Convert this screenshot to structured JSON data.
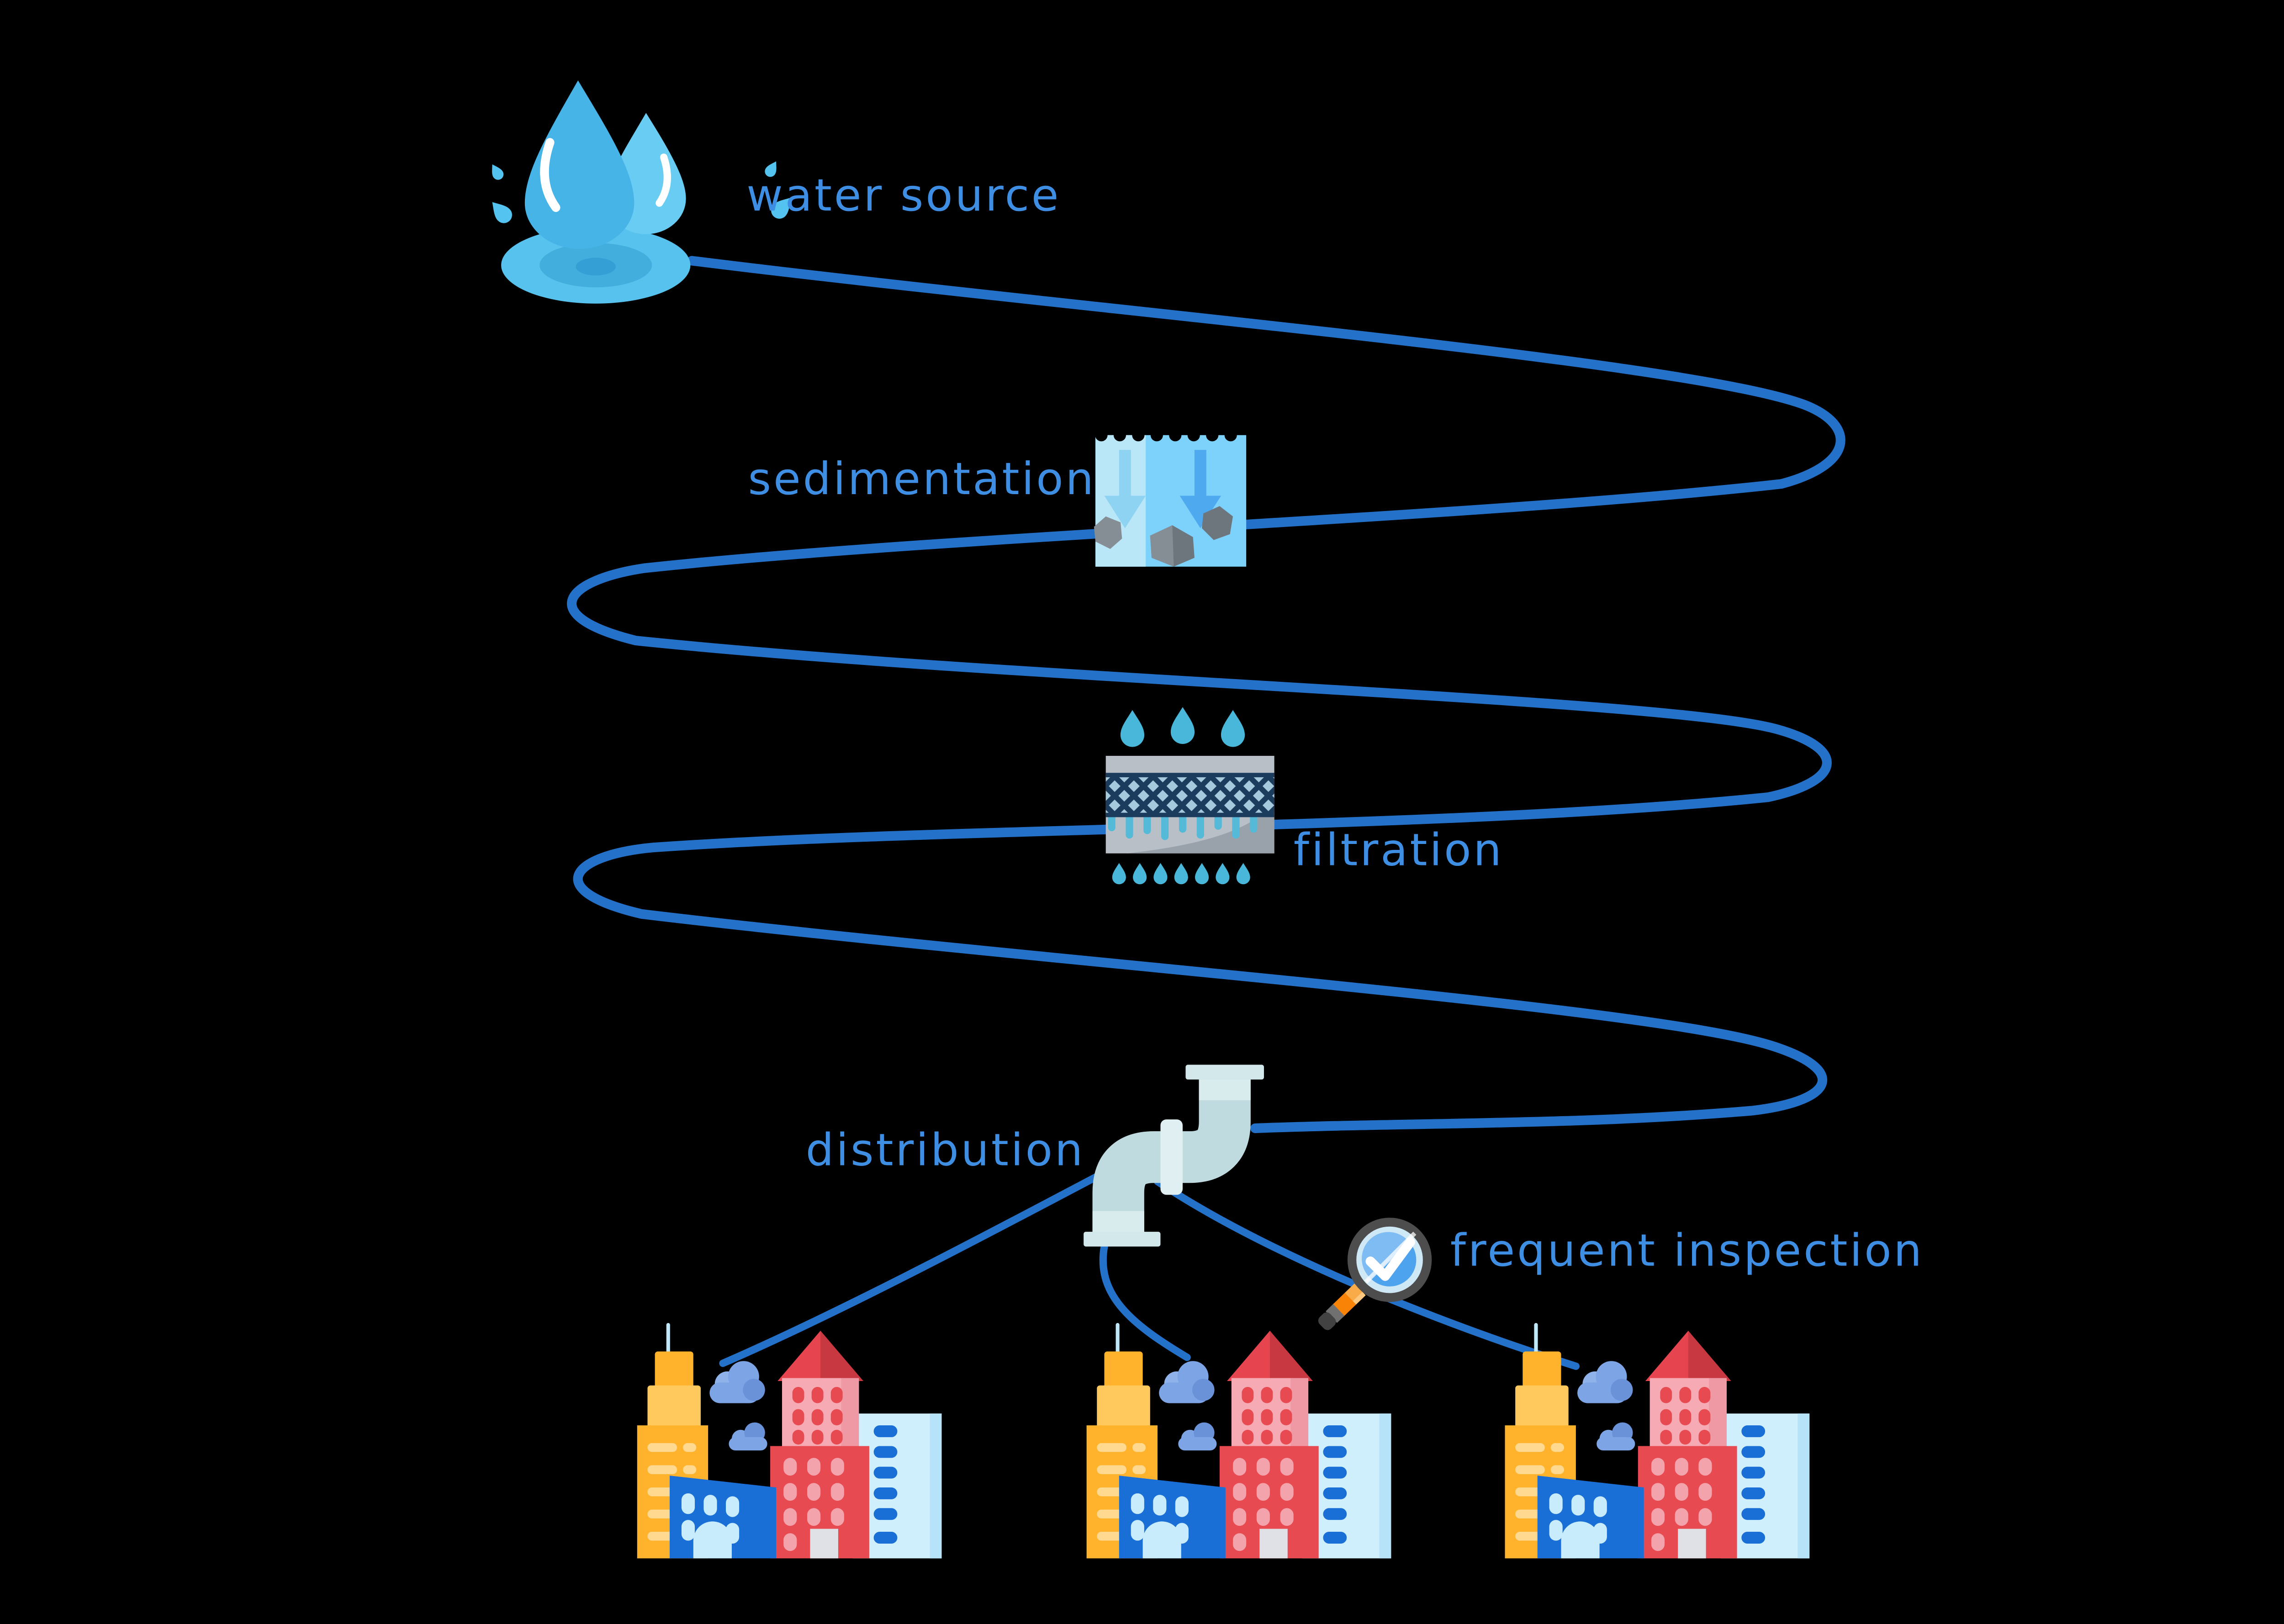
{
  "canvas": {
    "background": "#000000"
  },
  "palette": {
    "connector_line": "#2371c9",
    "label_text": "#3e8ee4",
    "water_blue": "#47b4e8",
    "puddle_blue": "#58c2ef",
    "tank_light": "#b9e7f8",
    "tank_blue": "#7dd2fb",
    "arrow_blue": "#4fa9ef",
    "rock_gray": "#858d95",
    "filter_gray": "#b9bfc7",
    "mesh_navy": "#1c3c5e",
    "mesh_water": "#a5cade",
    "drip_teal": "#55b9d8",
    "pipe_body": "#c0dbdf",
    "pipe_flange": "#d8ebed",
    "magnifier_rim": "#4d4d4d",
    "magnifier_lens": "#4da3ee",
    "handle_orange": "#f98307",
    "building_orange": "#ffb32c",
    "building_orange_light": "#ffc95e",
    "building_blue": "#1a6fd7",
    "building_red": "#e84a52",
    "building_pink": "#f6abb4",
    "building_pale": "#cfeffd",
    "cloud_periwinkle": "#7da4e4"
  },
  "labels": {
    "water_source": "water source",
    "sedimentation": "sedimentation",
    "filtration": "filtration",
    "distribution": "distribution",
    "frequent_inspection": "frequent inspection"
  },
  "diagram": {
    "type": "flow",
    "flow_order": [
      "water-source",
      "sedimentation",
      "filtration",
      "distribution",
      "cities"
    ],
    "steps": [
      {
        "id": "water-source",
        "label": "water source",
        "icon": "water-drops-splash-icon"
      },
      {
        "id": "sedimentation",
        "label": "sedimentation",
        "icon": "sedimentation-tank-icon"
      },
      {
        "id": "filtration",
        "label": "filtration",
        "icon": "filter-mesh-icon"
      },
      {
        "id": "distribution",
        "label": "distribution",
        "icon": "pipe-icon"
      },
      {
        "id": "frequent-inspection",
        "label": "frequent inspection",
        "icon": "magnifier-checkmark-icon"
      }
    ],
    "endpoints": [
      {
        "id": "city-1",
        "icon": "city-buildings-icon"
      },
      {
        "id": "city-2",
        "icon": "city-buildings-icon"
      },
      {
        "id": "city-3",
        "icon": "city-buildings-icon"
      }
    ]
  }
}
